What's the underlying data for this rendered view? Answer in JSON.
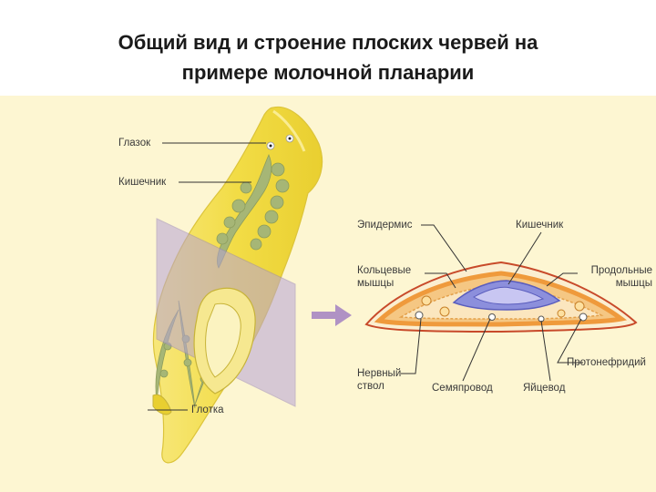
{
  "title": {
    "line1": "Общий вид и строение плоских червей на",
    "line2": "примере молочной планарии"
  },
  "labels": {
    "eyespot": "Глазок",
    "intestine_left": "Кишечник",
    "pharynx": "Глотка",
    "epidermis": "Эпидермис",
    "intestine_right": "Кишечник",
    "circular_muscles_1": "Кольцевые",
    "circular_muscles_2": "мышцы",
    "longitudinal_muscles_1": "Продольные",
    "longitudinal_muscles_2": "мышцы",
    "nerve_cord_1": "Нервный",
    "nerve_cord_2": "ствол",
    "vas_deferens": "Семяпровод",
    "oviduct": "Яйцевод",
    "protonephridia": "Протонефридий"
  },
  "colors": {
    "background": "#fdf6d2",
    "body_yellow": "#f2df4a",
    "intestine_green": "#a6b676",
    "section_plane": "#b7a3d6",
    "arrow": "#b092c4",
    "section_orange": "#ef9a3c",
    "section_intestine": "#8c8fdc"
  }
}
